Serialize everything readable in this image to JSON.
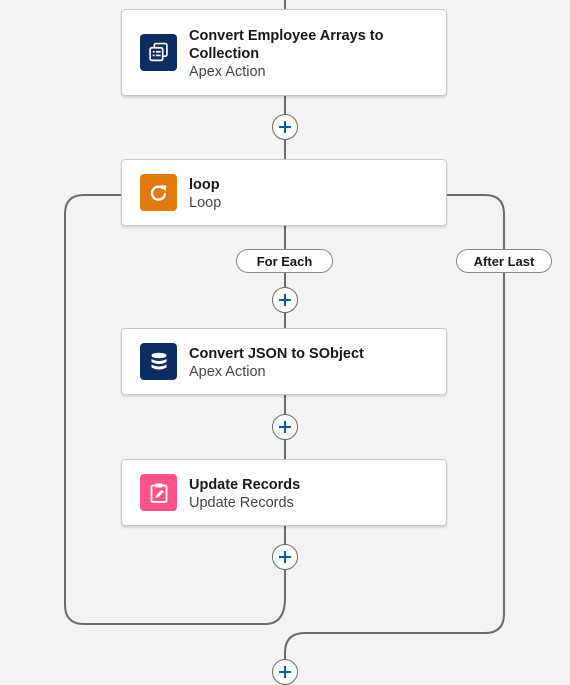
{
  "nodes": [
    {
      "title": "Convert Employee Arrays to Collection",
      "subtitle": "Apex Action",
      "icon": "apex-action-icon",
      "icon_color": "#0d2c5f"
    },
    {
      "title": "loop",
      "subtitle": "Loop",
      "icon": "loop-icon",
      "icon_color": "#e07a0f"
    },
    {
      "title": "Convert JSON to SObject",
      "subtitle": "Apex Action",
      "icon": "database-icon",
      "icon_color": "#0d2c5f"
    },
    {
      "title": "Update Records",
      "subtitle": "Update Records",
      "icon": "update-records-icon",
      "icon_color": "#ff538a"
    }
  ],
  "branches": {
    "for_each": "For Each",
    "after_last": "After Last"
  },
  "colors": {
    "canvas": "#f3f3f3",
    "connector": "#6b6b6b",
    "add_icon": "#0b5cab"
  }
}
